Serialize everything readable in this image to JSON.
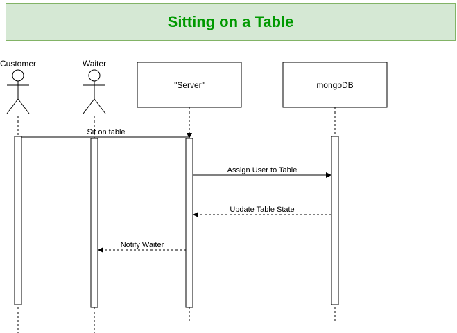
{
  "diagram": {
    "title": "Sitting on a Table",
    "participants": [
      {
        "id": "customer",
        "label": "Customer",
        "kind": "actor"
      },
      {
        "id": "waiter",
        "label": "Waiter",
        "kind": "actor"
      },
      {
        "id": "server",
        "label": "\"Server\"",
        "kind": "box"
      },
      {
        "id": "mongodb",
        "label": "mongoDB",
        "kind": "box"
      }
    ],
    "messages": [
      {
        "from": "customer",
        "to": "server",
        "label": "Sit on table",
        "style": "solid"
      },
      {
        "from": "server",
        "to": "mongodb",
        "label": "Assign User to Table",
        "style": "solid"
      },
      {
        "from": "mongodb",
        "to": "server",
        "label": "Update Table State",
        "style": "dashed"
      },
      {
        "from": "server",
        "to": "waiter",
        "label": "Notify Waiter",
        "style": "dashed"
      }
    ],
    "colors": {
      "title_fill": "#d5e8d4",
      "title_border": "#82b366",
      "title_text": "#009900"
    }
  }
}
